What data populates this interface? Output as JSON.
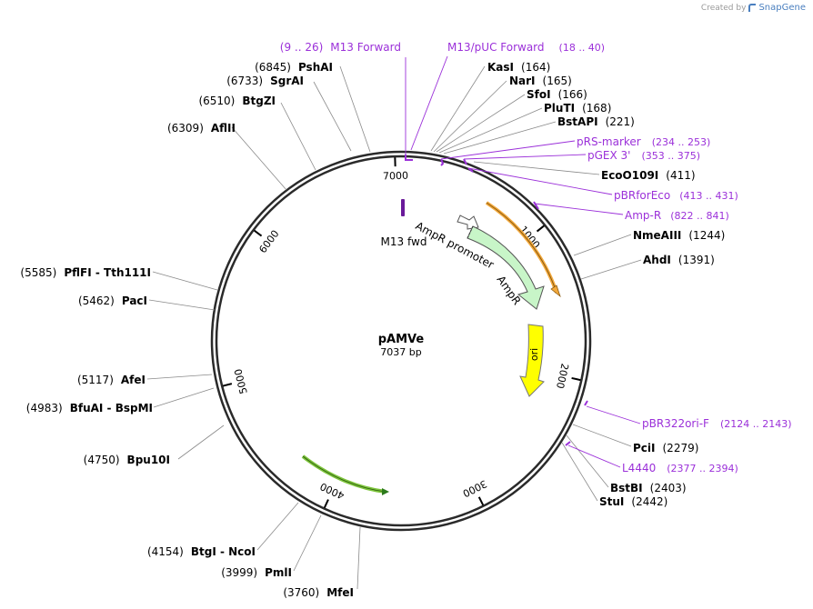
{
  "header": {
    "credit_prefix": "Created by",
    "credit_brand": "SnapGene"
  },
  "plasmid": {
    "name": "pAMVe",
    "size_label": "7037 bp",
    "length_bp": 7037
  },
  "colors": {
    "backbone": "#2a2a2a",
    "primer": "#9b30d9",
    "enzyme_text": "#000000",
    "ampr_feature": "#c8f5c8",
    "promoter_feature": "#ffffff",
    "ori_feature": "#ffff00",
    "orange_arc": "#f3a93c",
    "green_arc": "#7cc43a",
    "leader_line": "#7a7a7a"
  },
  "ticks": [
    {
      "label": "1000",
      "bp": 1000
    },
    {
      "label": "2000",
      "bp": 2000
    },
    {
      "label": "3000",
      "bp": 3000
    },
    {
      "label": "4000",
      "bp": 4000
    },
    {
      "label": "5000",
      "bp": 5000
    },
    {
      "label": "6000",
      "bp": 6000
    },
    {
      "label": "7000",
      "bp": 7000
    }
  ],
  "enzymes_right": [
    {
      "name": "KasI",
      "position": "(164)"
    },
    {
      "name": "NarI",
      "position": "(165)"
    },
    {
      "name": "SfoI",
      "position": "(166)"
    },
    {
      "name": "PluTI",
      "position": "(168)"
    },
    {
      "name": "BstAPI",
      "position": "(221)"
    },
    {
      "name": "EcoO109I",
      "position": "(411)"
    },
    {
      "name": "NmeAIII",
      "position": "(1244)"
    },
    {
      "name": "AhdI",
      "position": "(1391)"
    },
    {
      "name": "PciI",
      "position": "(2279)"
    },
    {
      "name": "BstBI",
      "position": "(2403)"
    },
    {
      "name": "StuI",
      "position": "(2442)"
    }
  ],
  "enzymes_left": [
    {
      "name": "PshAI",
      "position": "(6845)"
    },
    {
      "name": "SgrAI",
      "position": "(6733)"
    },
    {
      "name": "BtgZI",
      "position": "(6510)"
    },
    {
      "name": "AflII",
      "position": "(6309)"
    },
    {
      "name": "PflFI  -  Tth111I",
      "position": "(5585)"
    },
    {
      "name": "PacI",
      "position": "(5462)"
    },
    {
      "name": "AfeI",
      "position": "(5117)"
    },
    {
      "name": "BfuAI  -  BspMI",
      "position": "(4983)"
    },
    {
      "name": "Bpu10I",
      "position": "(4750)"
    },
    {
      "name": "BtgI  -  NcoI",
      "position": "(4154)"
    },
    {
      "name": "PmlI",
      "position": "(3999)"
    },
    {
      "name": "MfeI",
      "position": "(3760)"
    }
  ],
  "primers": [
    {
      "name": "M13 Forward",
      "range": "(9 .. 26)"
    },
    {
      "name": "M13/pUC Forward",
      "range": "(18 .. 40)"
    },
    {
      "name": "pRS-marker",
      "range": "(234 .. 253)"
    },
    {
      "name": "pGEX 3'",
      "range": "(353 .. 375)"
    },
    {
      "name": "pBRforEco",
      "range": "(413 .. 431)"
    },
    {
      "name": "Amp-R",
      "range": "(822 .. 841)"
    },
    {
      "name": "pBR322ori-F",
      "range": "(2124 .. 2143)"
    },
    {
      "name": "L4440",
      "range": "(2377 .. 2394)"
    }
  ],
  "features": [
    {
      "name": "M13 fwd"
    },
    {
      "name": "AmpR promoter"
    },
    {
      "name": "AmpR"
    },
    {
      "name": "ori"
    }
  ]
}
